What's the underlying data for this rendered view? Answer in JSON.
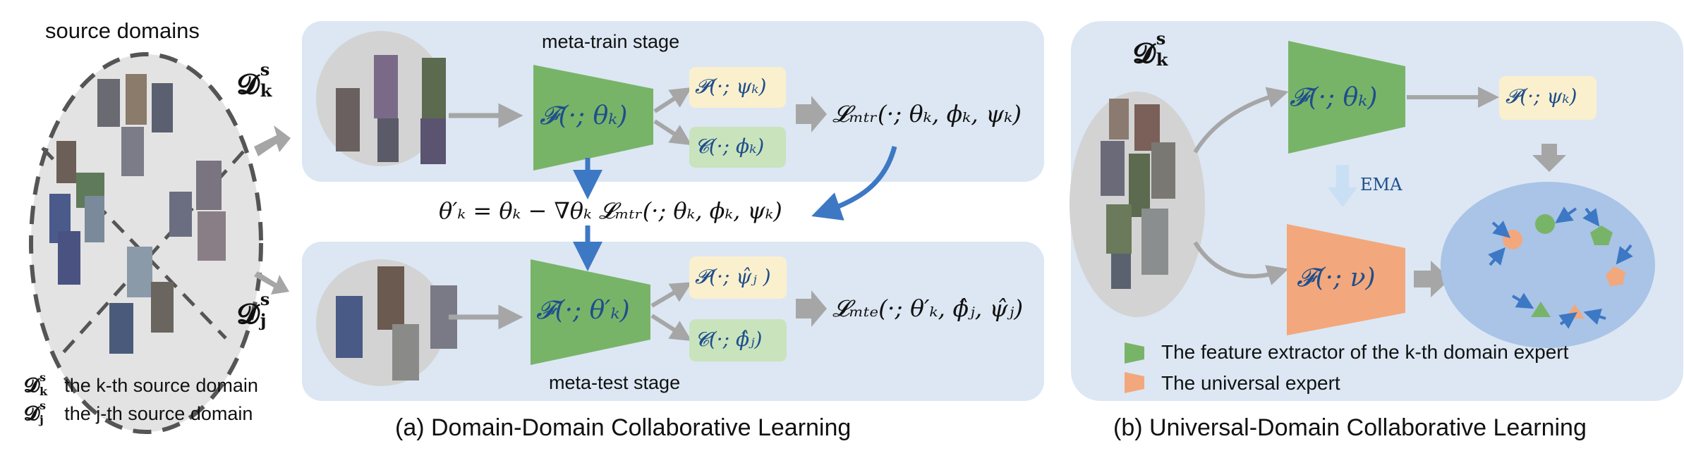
{
  "left": {
    "title": "source domains",
    "dk_symbol": "𝓓",
    "dk_sup": "s",
    "dk_sub": "k",
    "dj_symbol": "𝓓",
    "dj_sup": "s",
    "dj_sub": "j",
    "legend_dk_text": "the k-th source domain",
    "legend_dj_text": "the j-th source domain"
  },
  "panel_a": {
    "caption": "(a) Domain-Domain Collaborative Learning",
    "meta_train_label": "meta-train stage",
    "meta_test_label": "meta-test stage",
    "f_train": "𝓕(·; θₖ)",
    "f_test": "𝓕(·; θ′ₖ)",
    "p_train": "𝓟(·; ψₖ)",
    "c_train": "𝓒(·; ϕₖ)",
    "p_test": "𝓟(·; ψ̂ⱼ )",
    "c_test": "𝓒(·; ϕ̂ⱼ)",
    "loss_train": "𝓛ₘₜᵣ(·; θₖ, ϕₖ, ψₖ)",
    "loss_test": "𝓛ₘₜₑ(·; θ′ₖ, ϕ̂ⱼ, ψ̂ⱼ)",
    "update_eq": "θ′ₖ = θₖ − ∇θₖ 𝓛ₘₜᵣ(·; θₖ, ϕₖ, ψₖ)"
  },
  "panel_b": {
    "caption": "(b) Universal-Domain Collaborative Learning",
    "dk_symbol": "𝓓",
    "dk_sup": "s",
    "dk_sub": "k",
    "f_expert": "𝓕(·; θₖ)",
    "f_universal": "𝓕(·; ν)",
    "p_label": "𝓟(·; ψₖ)",
    "ema_label": "EMA",
    "legend_green": "The feature extractor of the k-th domain expert",
    "legend_orange": "The universal expert"
  },
  "colors": {
    "panel_bg": "#dce7f3",
    "green": "#78b468",
    "orange": "#f3a77c",
    "blue_arrow": "#3d78c5",
    "gray_arrow": "#a6a6a6",
    "p_box": "#fbf0cd",
    "c_box": "#c9e3bd",
    "ellipse_gray": "#e3e3e3",
    "feature_space": "#a9c4e6"
  }
}
